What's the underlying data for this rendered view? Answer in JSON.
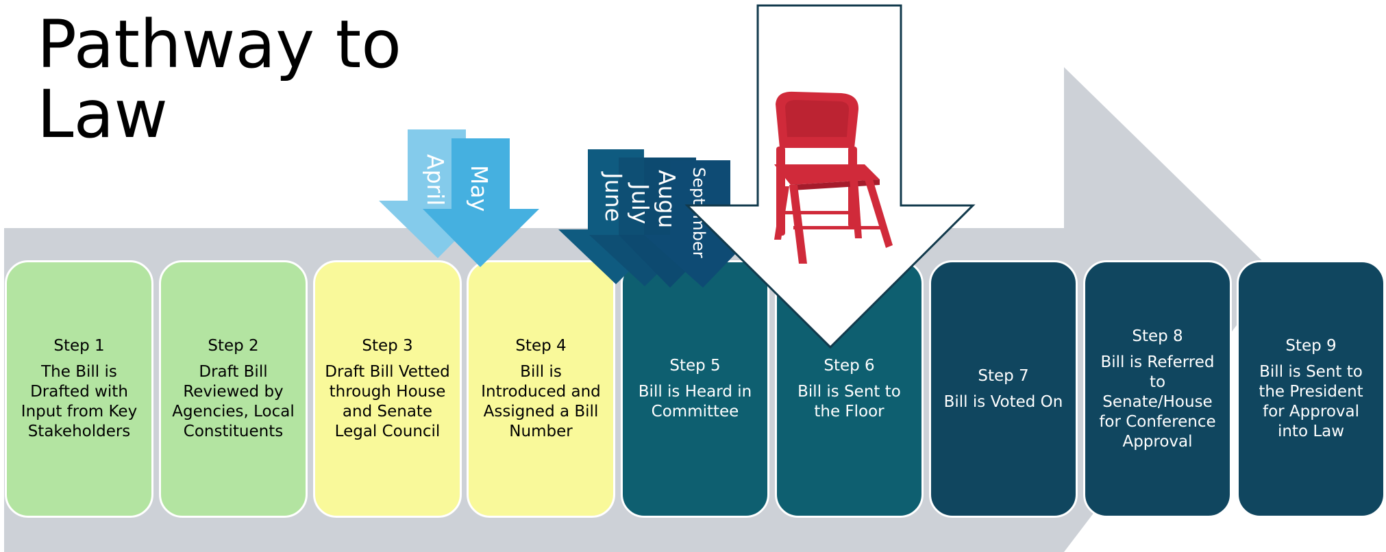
{
  "title": {
    "line1": "Pathway to",
    "line2": "Law"
  },
  "colors": {
    "backbone": "#cdd1d7",
    "step_green": "#b3e4a1",
    "step_yellow": "#f9f99a",
    "step_teal": "#0e5f70",
    "step_navy": "#10465f",
    "april": "#84cbeb",
    "may": "#45b0e0",
    "summer": [
      "#0f5b80",
      "#0e4f74",
      "#0d4a70",
      "#0e4b74"
    ],
    "chair_red": "#d02a3a"
  },
  "steps": [
    {
      "number": "Step 1",
      "text": "The Bill is Drafted with Input from Key Stakeholders",
      "theme": "green"
    },
    {
      "number": "Step 2",
      "text": "Draft Bill Reviewed by Agencies, Local Constituents",
      "theme": "green"
    },
    {
      "number": "Step 3",
      "text": "Draft Bill Vetted through House and Senate Legal Council",
      "theme": "yellow"
    },
    {
      "number": "Step 4",
      "text": "Bill is Introduced and Assigned a Bill Number",
      "theme": "yellow"
    },
    {
      "number": "Step 5",
      "text": "Bill is Heard in Committee",
      "theme": "teal"
    },
    {
      "number": "Step 6",
      "text": "Bill is Sent to the Floor",
      "theme": "teal"
    },
    {
      "number": "Step 7",
      "text": "Bill is Voted On",
      "theme": "navy"
    },
    {
      "number": "Step 8",
      "text": "Bill is Referred to Senate/House for Conference Approval",
      "theme": "navy"
    },
    {
      "number": "Step 9",
      "text": "Bill is Sent to the President for Approval into Law",
      "theme": "navy"
    }
  ],
  "months": {
    "april": "April",
    "may": "May",
    "june": "June",
    "july": "July",
    "august": "Augu",
    "september": "September"
  }
}
